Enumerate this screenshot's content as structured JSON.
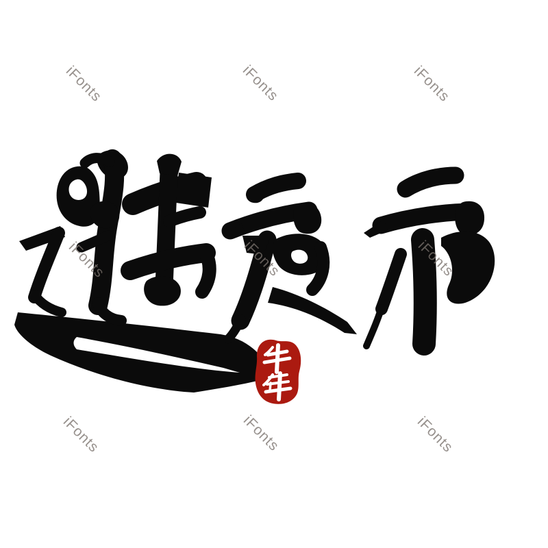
{
  "canvas": {
    "background_color": "#ffffff",
    "ink_color": "#0b0b0b"
  },
  "artwork": {
    "text": "逛夜市",
    "characters": [
      {
        "char": "逛"
      },
      {
        "char": "夜"
      },
      {
        "char": "市"
      }
    ]
  },
  "seal": {
    "text": "牛年",
    "top_char": "牛",
    "bottom_char": "年",
    "background_color": "#ab1a10",
    "text_color": "#ffffff"
  },
  "watermark": {
    "text": "iFonts",
    "color": "#7a726d",
    "rotation_deg": 45
  }
}
